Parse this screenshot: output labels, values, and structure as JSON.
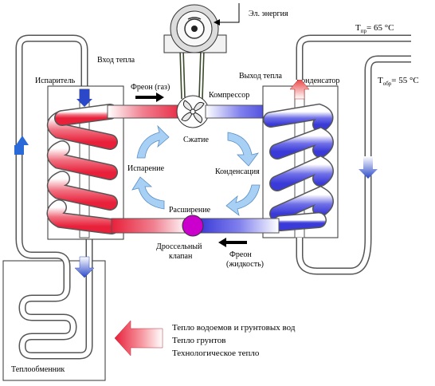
{
  "labels": {
    "electric_energy": "Эл. энергия",
    "heat_in": "Вход тепла",
    "evaporator": "Испаритель",
    "freon_gas": "Фреон (газ)",
    "compressor": "Компрессор",
    "heat_out": "Выход тепла",
    "condenser": "Конденсатор",
    "compression": "Сжатие",
    "evaporation": "Испарение",
    "condensation": "Конденсация",
    "expansion": "Расширение",
    "throttle_valve_line1": "Дроссельный",
    "throttle_valve_line2": "клапан",
    "freon_liquid_line1": "Фреон",
    "freon_liquid_line2": "(жидкость)",
    "heat_exchanger": "Теплообменник"
  },
  "temperatures": {
    "supply": {
      "label": "T",
      "sub": "пр",
      "value": "= 65 °C"
    },
    "return": {
      "label": "T",
      "sub": "обр",
      "value": "= 55 °C"
    }
  },
  "heat_sources": [
    "Тепло водоемов и грунтовых вод",
    "Тепло грунтов",
    "Технологическое тепло"
  ],
  "colors": {
    "hot": "#e8203a",
    "cold": "#3a3ad8",
    "light_blue": "#9cc8f0",
    "valve": "#cc00cc",
    "pipe_outline": "#555555"
  }
}
